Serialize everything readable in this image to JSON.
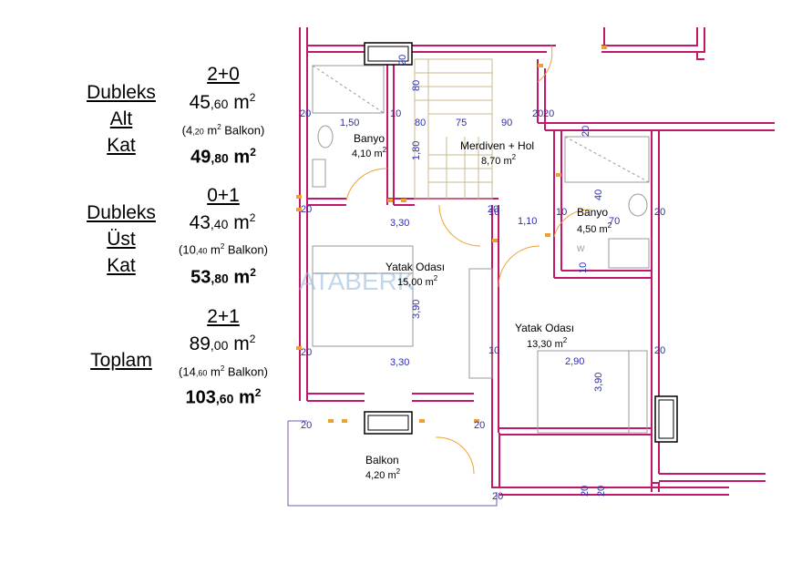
{
  "colors": {
    "wall_outline": "#c2186b",
    "dimension_text": "#2a2fb5",
    "stair_line": "#c9b98a",
    "door_orange": "#f0a030",
    "fixture_gray": "#999999",
    "door_green": "#7bbf7b",
    "watermark": "#8fb8d8"
  },
  "legend": {
    "groups": [
      {
        "label_lines": [
          "Dubleks",
          "Alt",
          "Kat"
        ],
        "combo": "2+0",
        "area_int": "45",
        "area_dec": ",60",
        "area_unit": "m",
        "balkon_int": "(4",
        "balkon_dec": ",20",
        "balkon_text": "m",
        "balkon_word": "Balkon)",
        "total_int": "49",
        "total_dec": ",80",
        "total_unit": "m"
      },
      {
        "label_lines": [
          "Dubleks",
          "Üst",
          "Kat"
        ],
        "combo": "0+1",
        "area_int": "43",
        "area_dec": ",40",
        "area_unit": "m",
        "balkon_int": "(10",
        "balkon_dec": ",40",
        "balkon_text": "m",
        "balkon_word": "Balkon)",
        "total_int": "53",
        "total_dec": ",80",
        "total_unit": "m"
      },
      {
        "label_lines": [
          "Toplam"
        ],
        "combo": "2+1",
        "area_int": "89",
        "area_dec": ",00",
        "area_unit": "m",
        "balkon_int": "(14",
        "balkon_dec": ",60",
        "balkon_text": "m",
        "balkon_word": "Balkon)",
        "total_int": "103",
        "total_dec": ",60",
        "total_unit": "m"
      }
    ],
    "superscript": "2"
  },
  "plan": {
    "rooms": [
      {
        "id": "banyo-1",
        "name": "Banyo",
        "area": "4,10 m",
        "sup": "2"
      },
      {
        "id": "merdiven-hol",
        "name": "Merdiven + Hol",
        "area": "8,70 m",
        "sup": "2"
      },
      {
        "id": "banyo-2",
        "name": "Banyo",
        "area": "4,50 m",
        "sup": "2"
      },
      {
        "id": "yatak-odasi-1",
        "name": "Yatak Odası",
        "area": "15,00 m",
        "sup": "2"
      },
      {
        "id": "yatak-odasi-2",
        "name": "Yatak Odası",
        "area": "13,30 m",
        "sup": "2"
      },
      {
        "id": "balkon",
        "name": "Balkon",
        "area": "4,20 m",
        "sup": "2"
      }
    ],
    "dimensions": [
      "20",
      "1,50",
      "10",
      "80",
      "75",
      "90",
      "20",
      "1,80",
      "20",
      "20",
      "3,30",
      "10",
      "1,10",
      "10",
      "40",
      "20",
      "70",
      "10",
      "3,90",
      "20",
      "10",
      "3,30",
      "2,90",
      "3,90",
      "20",
      "20",
      "20",
      "20",
      "20",
      "20",
      "20",
      "20",
      "20",
      "80"
    ],
    "fixture_letter": "W",
    "watermark": "ATABERK"
  }
}
